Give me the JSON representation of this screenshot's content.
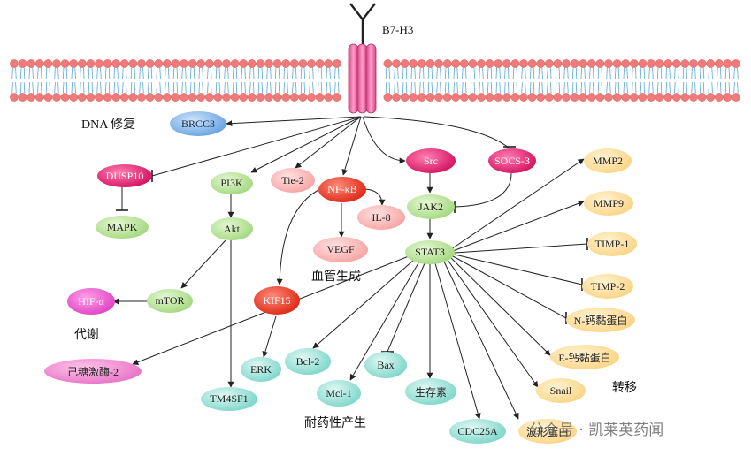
{
  "receptor": {
    "label": "B7-H3"
  },
  "nodes": {
    "brcc3": "BRCC3",
    "dusp10": "DUSP10",
    "mapk": "MAPK",
    "pi3k": "PI3K",
    "akt": "Akt",
    "mtor": "mTOR",
    "hif": "HIF-α",
    "hexokinase": "己糖激酶-2",
    "tm4sf1": "TM4SF1",
    "tie2": "Tie-2",
    "nfkb": "NF-κB",
    "il8": "IL-8",
    "vegf": "VEGF",
    "kif15": "KIF15",
    "erk": "ERK",
    "bcl2": "Bcl-2",
    "mcl1": "Mcl-1",
    "bax": "Bax",
    "survivin": "生存素",
    "cdc25a": "CDC25A",
    "src": "Src",
    "socs3": "SOCS-3",
    "jak2": "JAK2",
    "stat3": "STAT3",
    "mmp2": "MMP2",
    "mmp9": "MMP9",
    "timp1": "TIMP-1",
    "timp2": "TIMP-2",
    "ncad": "N-钙黏蛋白",
    "ecad": "E-钙黏蛋白",
    "snail": "Snail",
    "vimentin": "波形蛋白"
  },
  "categories": {
    "dna_repair": "DNA 修复",
    "metabolism": "代谢",
    "angiogenesis": "血管生成",
    "drug_resistance": "耐药性产生",
    "metastasis": "转移"
  },
  "watermark": "公众号 · 凯莱英药闻",
  "colors": {
    "membrane_head": "#f07a7a",
    "membrane_tail": "#5aa7d8",
    "receptor": "#f06fa9",
    "edge": "#222222"
  }
}
